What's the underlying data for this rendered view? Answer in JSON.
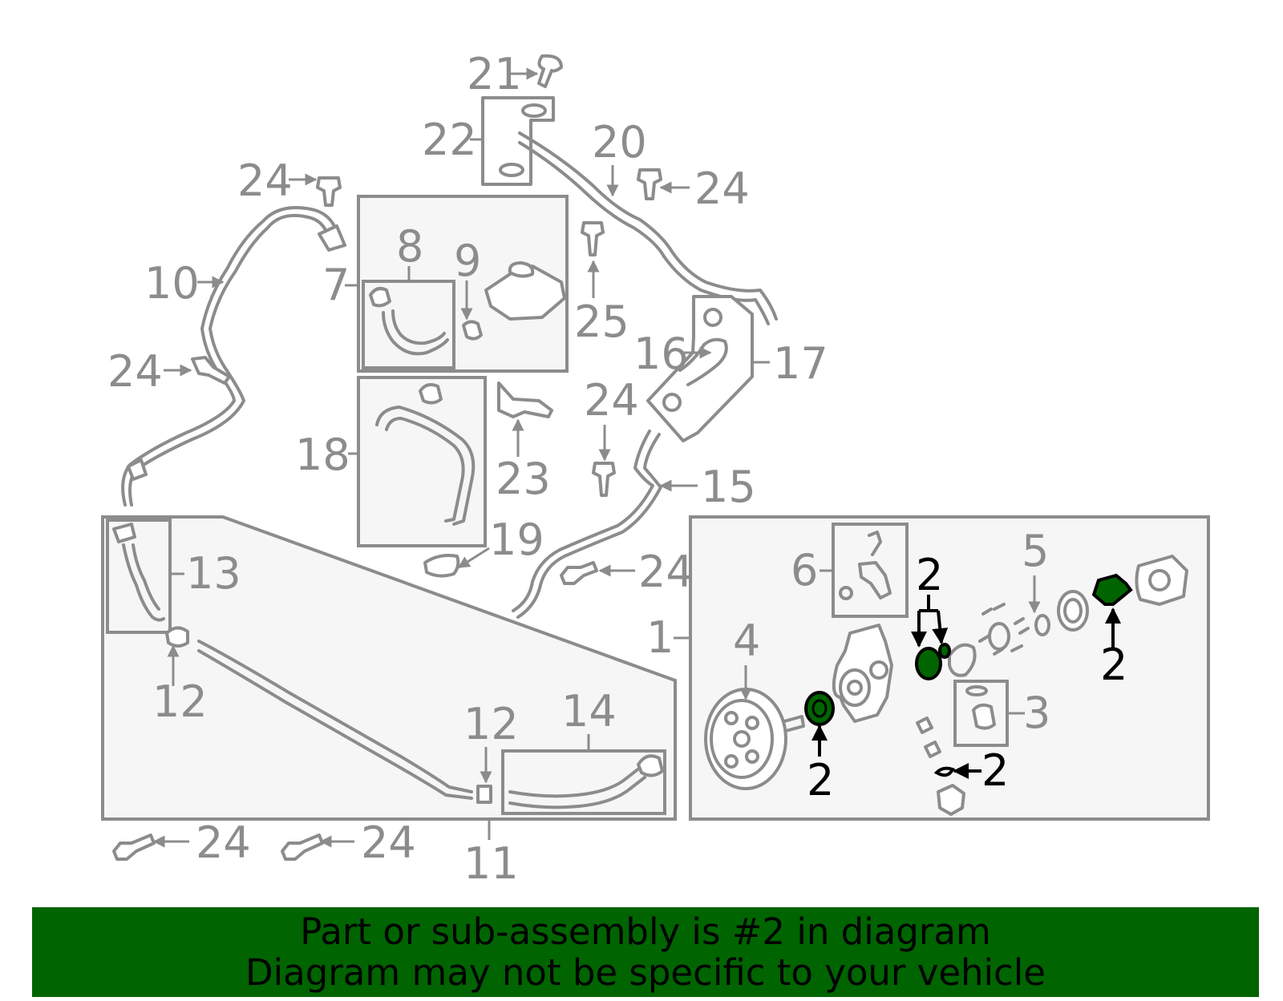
{
  "colors": {
    "highlight": "#006400",
    "parts": "#8c8c8c",
    "banner": "#006400"
  },
  "callouts": {
    "c1": "1",
    "c2a": "2",
    "c2b": "2",
    "c2c": "2",
    "c2d": "2",
    "c3": "3",
    "c4": "4",
    "c5": "5",
    "c6": "6",
    "c7": "7",
    "c8": "8",
    "c9": "9",
    "c10": "10",
    "c11": "11",
    "c12a": "12",
    "c12b": "12",
    "c13": "13",
    "c14": "14",
    "c15": "15",
    "c16": "16",
    "c17": "17",
    "c18": "18",
    "c19": "19",
    "c20": "20",
    "c21": "21",
    "c22": "22",
    "c23": "23",
    "c24a": "24",
    "c24b": "24",
    "c24c": "24",
    "c24d": "24",
    "c24e": "24",
    "c24f": "24",
    "c24g": "24",
    "c25": "25"
  },
  "banner": {
    "line1": "Part or sub-assembly is #2 in diagram",
    "line2": "Diagram may not be specific to your vehicle"
  }
}
